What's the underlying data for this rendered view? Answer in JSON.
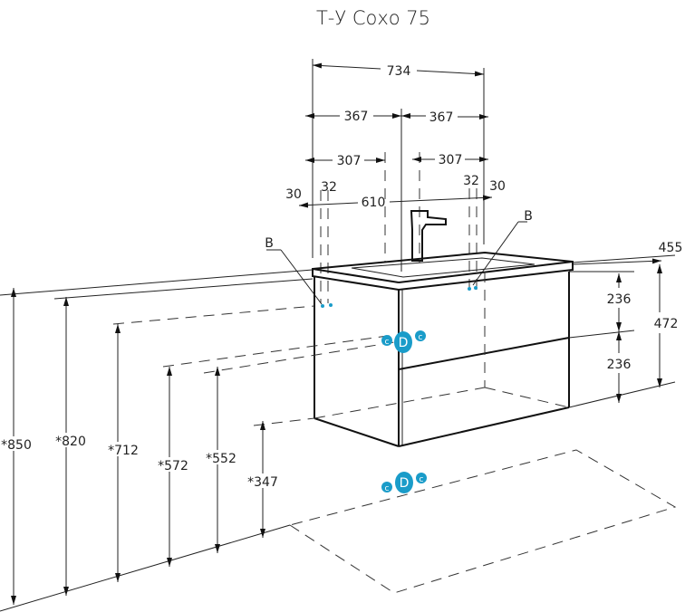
{
  "title": "Т-У Сохо 75",
  "dimensions": {
    "total_width": "734",
    "half_left": "367",
    "half_right": "367",
    "offset_left": "307",
    "offset_right": "307",
    "inner_width": "610",
    "edge_left": "30",
    "gap_left": "32",
    "gap_right": "32",
    "edge_right": "30",
    "depth": "455",
    "drawer_top": "236",
    "drawer_bottom": "236",
    "height": "472",
    "h850": "*850",
    "h820": "*820",
    "h712": "*712",
    "h572": "*572",
    "h552": "*552",
    "h347": "*347"
  },
  "markers": {
    "b_left": "B",
    "b_right": "B",
    "d": "D",
    "c": "c"
  },
  "colors": {
    "marker": "#1a9cc9"
  }
}
